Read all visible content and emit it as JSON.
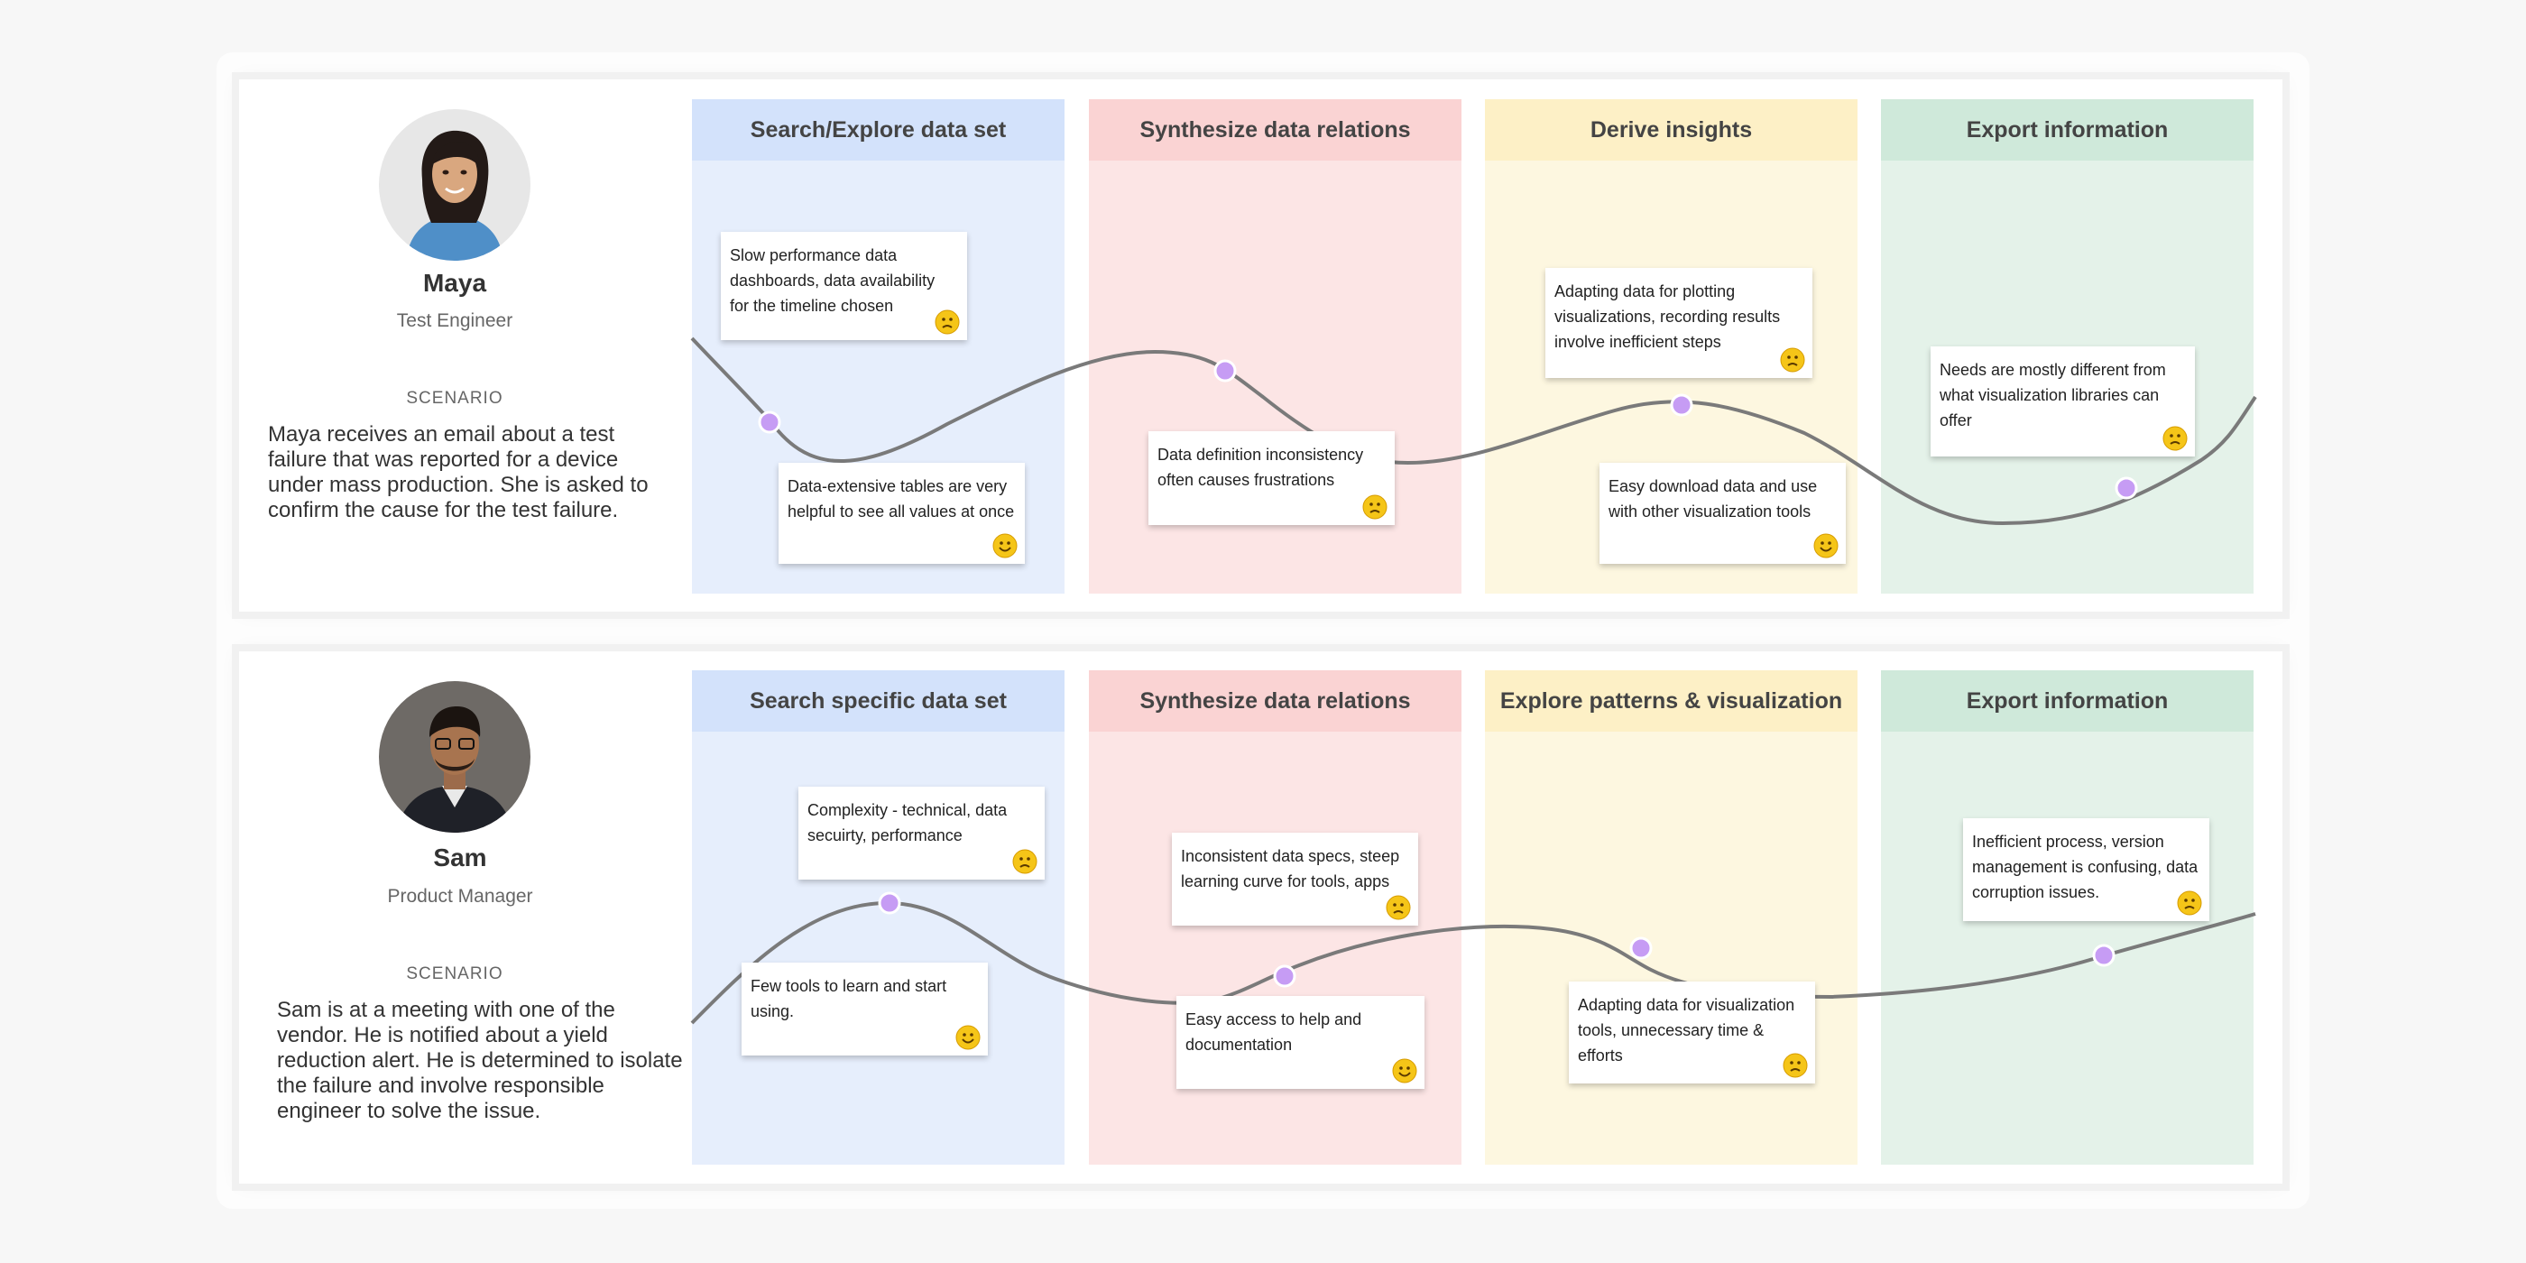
{
  "journeys": [
    {
      "persona": {
        "name": "Maya",
        "role": "Test Engineer",
        "photo": "woman-portrait"
      },
      "scenario_label": "SCENARIO",
      "scenario_text": "Maya receives an email about a test failure that was reported for a device under mass production. She is asked to confirm the cause for the test failure.",
      "stages": [
        {
          "title": "Search/Explore data set",
          "color": "blue"
        },
        {
          "title": "Synthesize data relations",
          "color": "red"
        },
        {
          "title": "Derive insights",
          "color": "yellow"
        },
        {
          "title": "Export information",
          "color": "green"
        }
      ],
      "notes": [
        {
          "text": "Slow performance data dashboards, data availability for the timeline chosen",
          "mood": "sad"
        },
        {
          "text": "Data-extensive tables are very helpful to see all values at once",
          "mood": "happy"
        },
        {
          "text": "Data definition inconsistency often causes frustrations",
          "mood": "sad"
        },
        {
          "text": "Adapting data for plotting visualizations, recording results involve inefficient steps",
          "mood": "sad"
        },
        {
          "text": "Easy download data and use with other visualization tools",
          "mood": "happy"
        },
        {
          "text": "Needs are mostly different from what visualization libraries can offer",
          "mood": "sad"
        }
      ]
    },
    {
      "persona": {
        "name": "Sam",
        "role": "Product Manager",
        "photo": "man-portrait"
      },
      "scenario_label": "SCENARIO",
      "scenario_text": "Sam is at a meeting with one of the vendor. He is notified about a yield reduction alert. He is determined to isolate the failure and involve responsible engineer to solve the issue.",
      "stages": [
        {
          "title": "Search specific data set",
          "color": "blue"
        },
        {
          "title": "Synthesize data relations",
          "color": "red"
        },
        {
          "title": "Explore patterns & visualization",
          "color": "yellow"
        },
        {
          "title": "Export information",
          "color": "green"
        }
      ],
      "notes": [
        {
          "text": "Complexity - technical, data secuirty, performance",
          "mood": "sad"
        },
        {
          "text": "Few tools to learn and start using.",
          "mood": "happy"
        },
        {
          "text": "Inconsistent data specs, steep learning curve for tools, apps",
          "mood": "sad"
        },
        {
          "text": "Easy access to help and documentation",
          "mood": "happy"
        },
        {
          "text": "Adapting data for visualization tools, unnecessary time & efforts",
          "mood": "sad"
        },
        {
          "text": "Inefficient process, version management is confusing, data corruption issues.",
          "mood": "sad"
        }
      ]
    }
  ],
  "colors": {
    "curve": "#7a7a7a",
    "point": "#c69cf4",
    "blue": "#d3e2fb",
    "red": "#fad3d3",
    "yellow": "#fdf0c6",
    "green": "#cfe9da",
    "emoji": "#f5c518"
  }
}
